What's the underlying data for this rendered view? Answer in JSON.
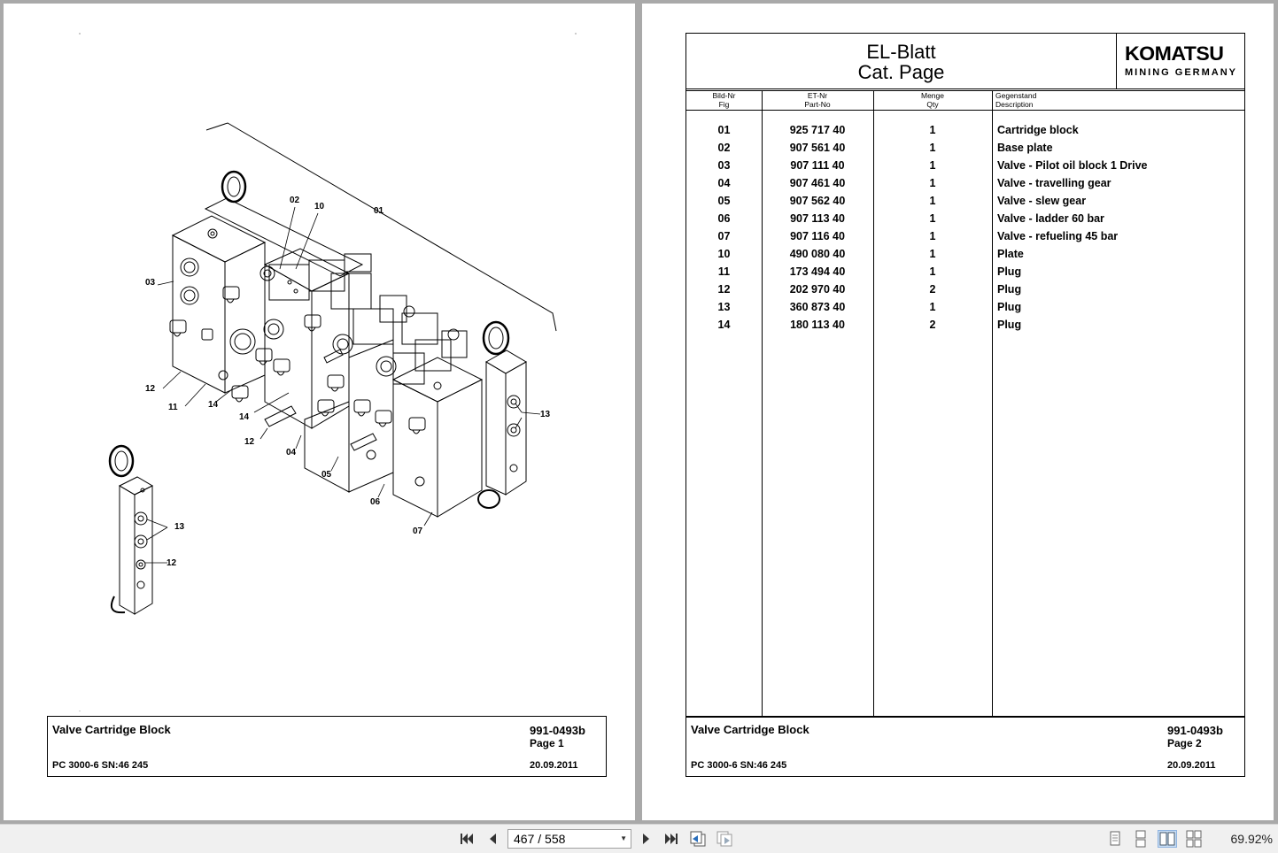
{
  "left_page": {
    "callouts": [
      "01",
      "02",
      "03",
      "04",
      "05",
      "06",
      "07",
      "10",
      "11",
      "12",
      "12",
      "13",
      "13",
      "14",
      "14",
      "12"
    ],
    "footer": {
      "title": "Valve Cartridge Block",
      "doc_no": "991-0493b",
      "page": "Page 1",
      "model": "PC 3000-6 SN:46 245",
      "date": "20.09.2011"
    }
  },
  "right_page": {
    "title_line1": "EL-Blatt",
    "title_line2": "Cat. Page",
    "logo_word": "KOMATSU",
    "logo_sub": "MINING GERMANY",
    "columns": [
      {
        "de": "Bild-Nr",
        "en": "Fig"
      },
      {
        "de": "ET-Nr",
        "en": "Part-No"
      },
      {
        "de": "Menge",
        "en": "Qty"
      },
      {
        "de": "Gegenstand",
        "en": "Description"
      }
    ],
    "rows": [
      {
        "fig": "01",
        "part": "925 717 40",
        "qty": "1",
        "desc": "Cartridge block"
      },
      {
        "fig": "02",
        "part": "907 561 40",
        "qty": "1",
        "desc": "Base plate"
      },
      {
        "fig": "03",
        "part": "907 111 40",
        "qty": "1",
        "desc": "Valve - Pilot oil block 1 Drive"
      },
      {
        "fig": "04",
        "part": "907 461 40",
        "qty": "1",
        "desc": "Valve - travelling gear"
      },
      {
        "fig": "05",
        "part": "907 562 40",
        "qty": "1",
        "desc": "Valve - slew gear"
      },
      {
        "fig": "06",
        "part": "907 113 40",
        "qty": "1",
        "desc": "Valve - ladder 60 bar"
      },
      {
        "fig": "07",
        "part": "907 116 40",
        "qty": "1",
        "desc": "Valve - refueling 45 bar"
      },
      {
        "fig": "10",
        "part": "490 080 40",
        "qty": "1",
        "desc": "Plate"
      },
      {
        "fig": "11",
        "part": "173 494 40",
        "qty": "1",
        "desc": "Plug"
      },
      {
        "fig": "12",
        "part": "202 970 40",
        "qty": "2",
        "desc": "Plug"
      },
      {
        "fig": "13",
        "part": "360 873 40",
        "qty": "1",
        "desc": "Plug"
      },
      {
        "fig": "14",
        "part": "180 113 40",
        "qty": "2",
        "desc": "Plug"
      }
    ],
    "footer": {
      "title": "Valve Cartridge Block",
      "doc_no": "991-0493b",
      "page": "Page 2",
      "model": "PC 3000-6 SN:46 245",
      "date": "20.09.2011"
    }
  },
  "toolbar": {
    "page_indicator": "467 / 558",
    "zoom": "69.92%",
    "icons": [
      "first-page-icon",
      "prev-page-icon",
      "next-page-icon",
      "last-page-icon",
      "previous-view-icon",
      "next-view-icon",
      "single-page-icon",
      "continuous-icon",
      "two-page-icon",
      "two-page-continuous-icon"
    ],
    "active_view": "two-page-icon"
  }
}
